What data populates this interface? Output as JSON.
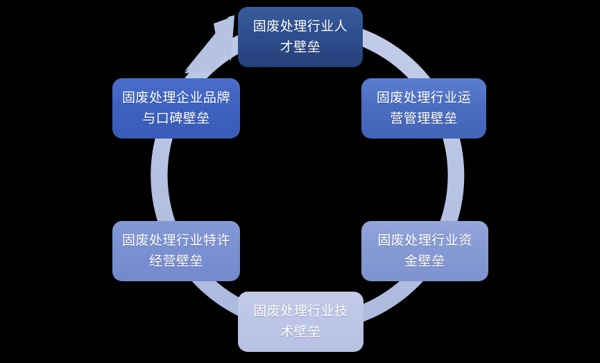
{
  "diagram": {
    "type": "cycle",
    "title": "",
    "background_color": "#000000",
    "ring_color": "#b6c2e2",
    "arrow_color": "#b6c2e2",
    "arrow_direction": "counter-clockwise",
    "nodes": [
      {
        "id": "talent",
        "label": "固废处理行业人才壁垒",
        "position": "top",
        "color": "#2d4f8f",
        "text_color": "#ffffff"
      },
      {
        "id": "operation",
        "label": "固废处理行业运营管理壁垒",
        "position": "top-right",
        "color": "#4a6cc0",
        "text_color": "#ffffff"
      },
      {
        "id": "capital",
        "label": "固废处理行业资金壁垒",
        "position": "bottom-right",
        "color": "#8599d3",
        "text_color": "#ffffff"
      },
      {
        "id": "technology",
        "label": "固废处理行业技术壁垒",
        "position": "bottom",
        "color": "#bcc5e6",
        "text_color": "#ffffff"
      },
      {
        "id": "franchise",
        "label": "固废处理行业特许经营壁垒",
        "position": "bottom-left",
        "color": "#7a90d1",
        "text_color": "#ffffff"
      },
      {
        "id": "brand",
        "label": "固废处理企业品牌与口碑壁垒",
        "position": "top-left",
        "color": "#3d61bf",
        "text_color": "#ffffff"
      }
    ]
  }
}
